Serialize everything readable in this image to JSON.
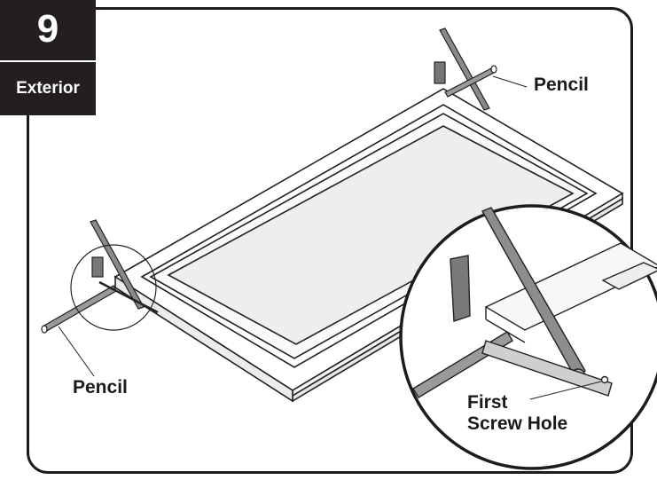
{
  "step": {
    "number": "9",
    "label": "Exterior"
  },
  "callouts": {
    "pencil_top": "Pencil",
    "pencil_bottom": "Pencil",
    "screw_hole_line1": "First",
    "screw_hole_line2": "Screw Hole"
  },
  "colors": {
    "frame": "#1c1c1c",
    "step_box": "#231f20",
    "glass": "#eeeeee",
    "pencil": "#8a8a8a",
    "hardware": "#6d6d6d"
  }
}
